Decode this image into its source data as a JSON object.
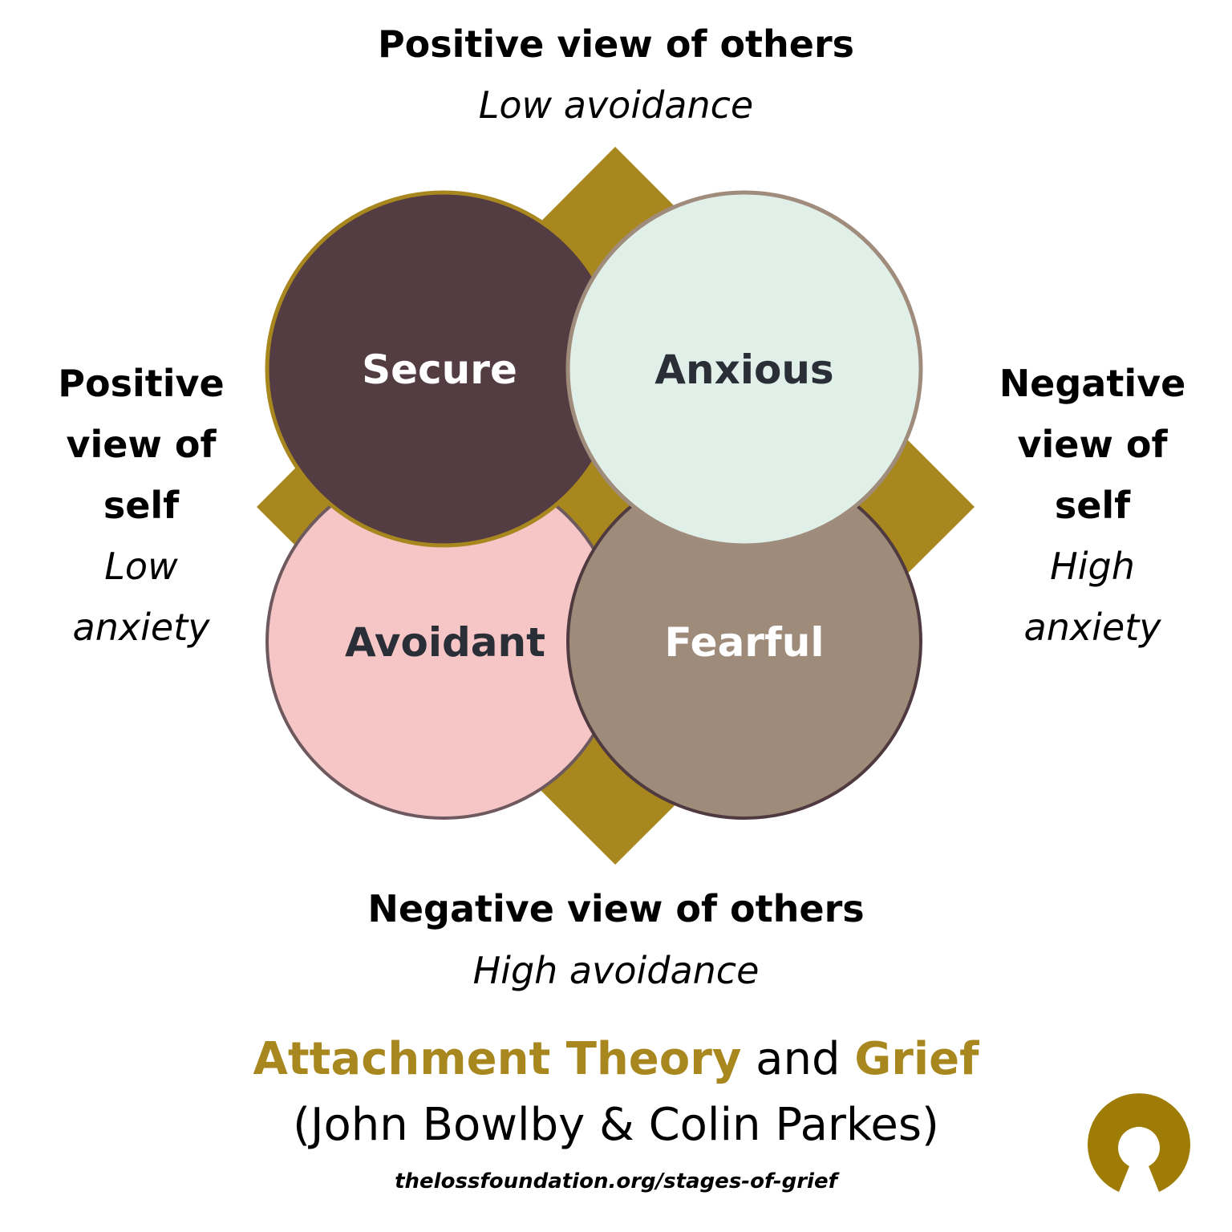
{
  "axes": {
    "top": {
      "title": "Positive view of others",
      "subtitle": "Low avoidance"
    },
    "bottom": {
      "title": "Negative view of others",
      "subtitle": "High avoidance"
    },
    "left": {
      "title_lines": [
        "Positive",
        "view of",
        "self"
      ],
      "subtitle_lines": [
        "Low",
        "anxiety"
      ]
    },
    "right": {
      "title_lines": [
        "Negative",
        "view of",
        "self"
      ],
      "subtitle_lines": [
        "High",
        "anxiety"
      ]
    }
  },
  "quadrants": [
    {
      "label": "Secure",
      "fill": "#543d42",
      "border": "#a8871e",
      "text_color": "#ffffff"
    },
    {
      "label": "Anxious",
      "fill": "#e0efe8",
      "border": "#a08c7c",
      "text_color": "#2a2e36"
    },
    {
      "label": "Avoidant",
      "fill": "#f6c6c7",
      "border": "#6e5a5e",
      "text_color": "#2a2e36"
    },
    {
      "label": "Fearful",
      "fill": "#9f8b7a",
      "border": "#4f3a40",
      "text_color": "#ffffff"
    }
  ],
  "diamond_color": "#a8871e",
  "footer": {
    "title_part1": "Attachment Theory",
    "title_part2": " and ",
    "title_part3": "Grief",
    "authors": "(John Bowlby & Colin Parkes)",
    "url": "thelossfoundation.org/stages-of-grief"
  },
  "logo": {
    "color": "#9e7c05",
    "name": "The Loss Foundation logo"
  }
}
